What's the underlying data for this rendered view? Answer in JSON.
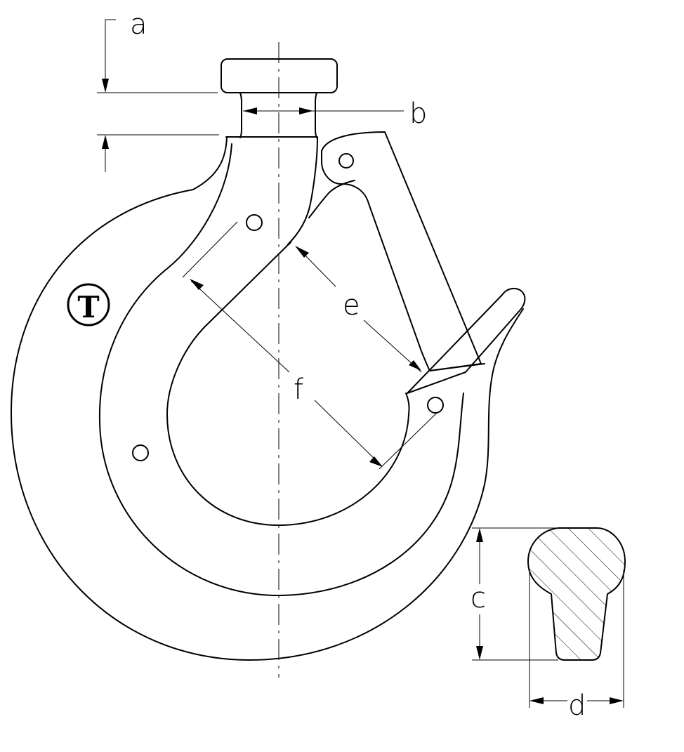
{
  "drawing": {
    "logo_letter": "T",
    "dimension_labels": {
      "a": "a",
      "b": "b",
      "c": "c",
      "d": "d",
      "e": "e",
      "f": "f"
    }
  }
}
